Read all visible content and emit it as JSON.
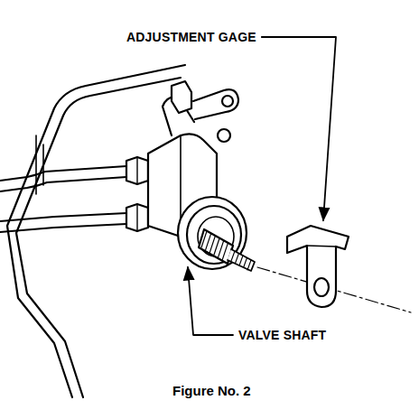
{
  "diagram": {
    "caption": "Figure No. 2",
    "labels": [
      "ADJUSTMENT GAGE",
      "VALVE SHAFT"
    ]
  }
}
